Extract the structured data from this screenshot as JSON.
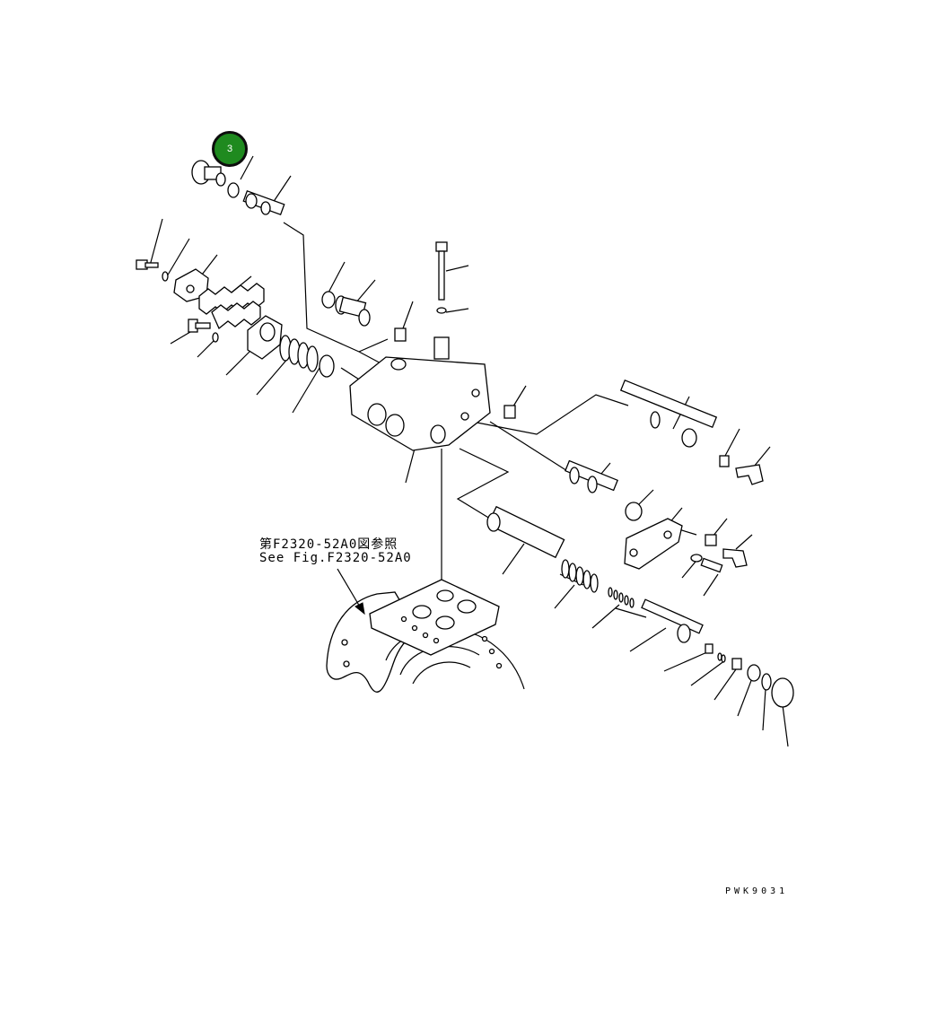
{
  "callout": {
    "number": "3",
    "color": "#1f8a1f"
  },
  "reference": {
    "line_jp": "第F2320-52A0図参照",
    "line_en": "See Fig.F2320-52A0"
  },
  "drawing_code": "PWK9031"
}
